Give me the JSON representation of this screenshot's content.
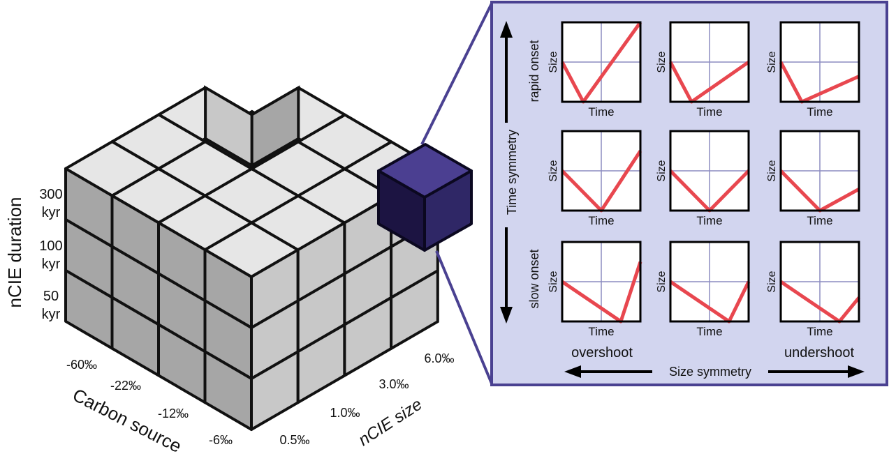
{
  "cube": {
    "duration_axis": {
      "title": "nCIE duration",
      "levels": [
        {
          "line1": "300",
          "line2": "kyr"
        },
        {
          "line1": "100",
          "line2": "kyr"
        },
        {
          "line1": "50",
          "line2": "kyr"
        }
      ]
    },
    "carbon_axis": {
      "title": "Carbon source",
      "ticks": [
        "-60‰",
        "-22‰",
        "-12‰",
        "-6‰"
      ]
    },
    "size_axis": {
      "title": "nCIE size",
      "ticks": [
        "0.5‰",
        "1.0‰",
        "3.0‰",
        "6.0‰"
      ]
    },
    "colors": {
      "top_face": "#e6e6e6",
      "left_face": "#a6a6a6",
      "right_face": "#c8c8c8",
      "highlight_top": "#4b3f91",
      "highlight_left": "#1c1442",
      "highlight_right": "#2f2766",
      "panel_fill": "#d2d5ef",
      "panel_border": "#4a4191",
      "curve": "#e8474f",
      "gridline": "#8c8cc0"
    }
  },
  "panel": {
    "vertical_axis": {
      "title": "Time symmetry",
      "top_label": "rapid onset",
      "bottom_label": "slow onset"
    },
    "horizontal_axis": {
      "title": "Size symmetry",
      "left_label": "overshoot",
      "right_label": "undershoot"
    },
    "plot_xlabel": "Time",
    "plot_ylabel": "Size",
    "plots": [
      {
        "row": 0,
        "col": 0,
        "points": [
          [
            0,
            0.5
          ],
          [
            0.27,
            0
          ],
          [
            1,
            1
          ]
        ]
      },
      {
        "row": 0,
        "col": 1,
        "points": [
          [
            0,
            0.5
          ],
          [
            0.27,
            0
          ],
          [
            1,
            0.5
          ]
        ]
      },
      {
        "row": 0,
        "col": 2,
        "points": [
          [
            0,
            0.5
          ],
          [
            0.27,
            0
          ],
          [
            1,
            0.32
          ]
        ]
      },
      {
        "row": 1,
        "col": 0,
        "points": [
          [
            0,
            0.5
          ],
          [
            0.5,
            0
          ],
          [
            1,
            0.75
          ]
        ]
      },
      {
        "row": 1,
        "col": 1,
        "points": [
          [
            0,
            0.5
          ],
          [
            0.5,
            0
          ],
          [
            1,
            0.5
          ]
        ]
      },
      {
        "row": 1,
        "col": 2,
        "points": [
          [
            0,
            0.5
          ],
          [
            0.5,
            0
          ],
          [
            1,
            0.27
          ]
        ]
      },
      {
        "row": 2,
        "col": 0,
        "points": [
          [
            0,
            0.5
          ],
          [
            0.75,
            0
          ],
          [
            1,
            0.75
          ]
        ]
      },
      {
        "row": 2,
        "col": 1,
        "points": [
          [
            0,
            0.5
          ],
          [
            0.75,
            0
          ],
          [
            1,
            0.5
          ]
        ]
      },
      {
        "row": 2,
        "col": 2,
        "points": [
          [
            0,
            0.5
          ],
          [
            0.75,
            0
          ],
          [
            1,
            0.3
          ]
        ]
      }
    ]
  }
}
